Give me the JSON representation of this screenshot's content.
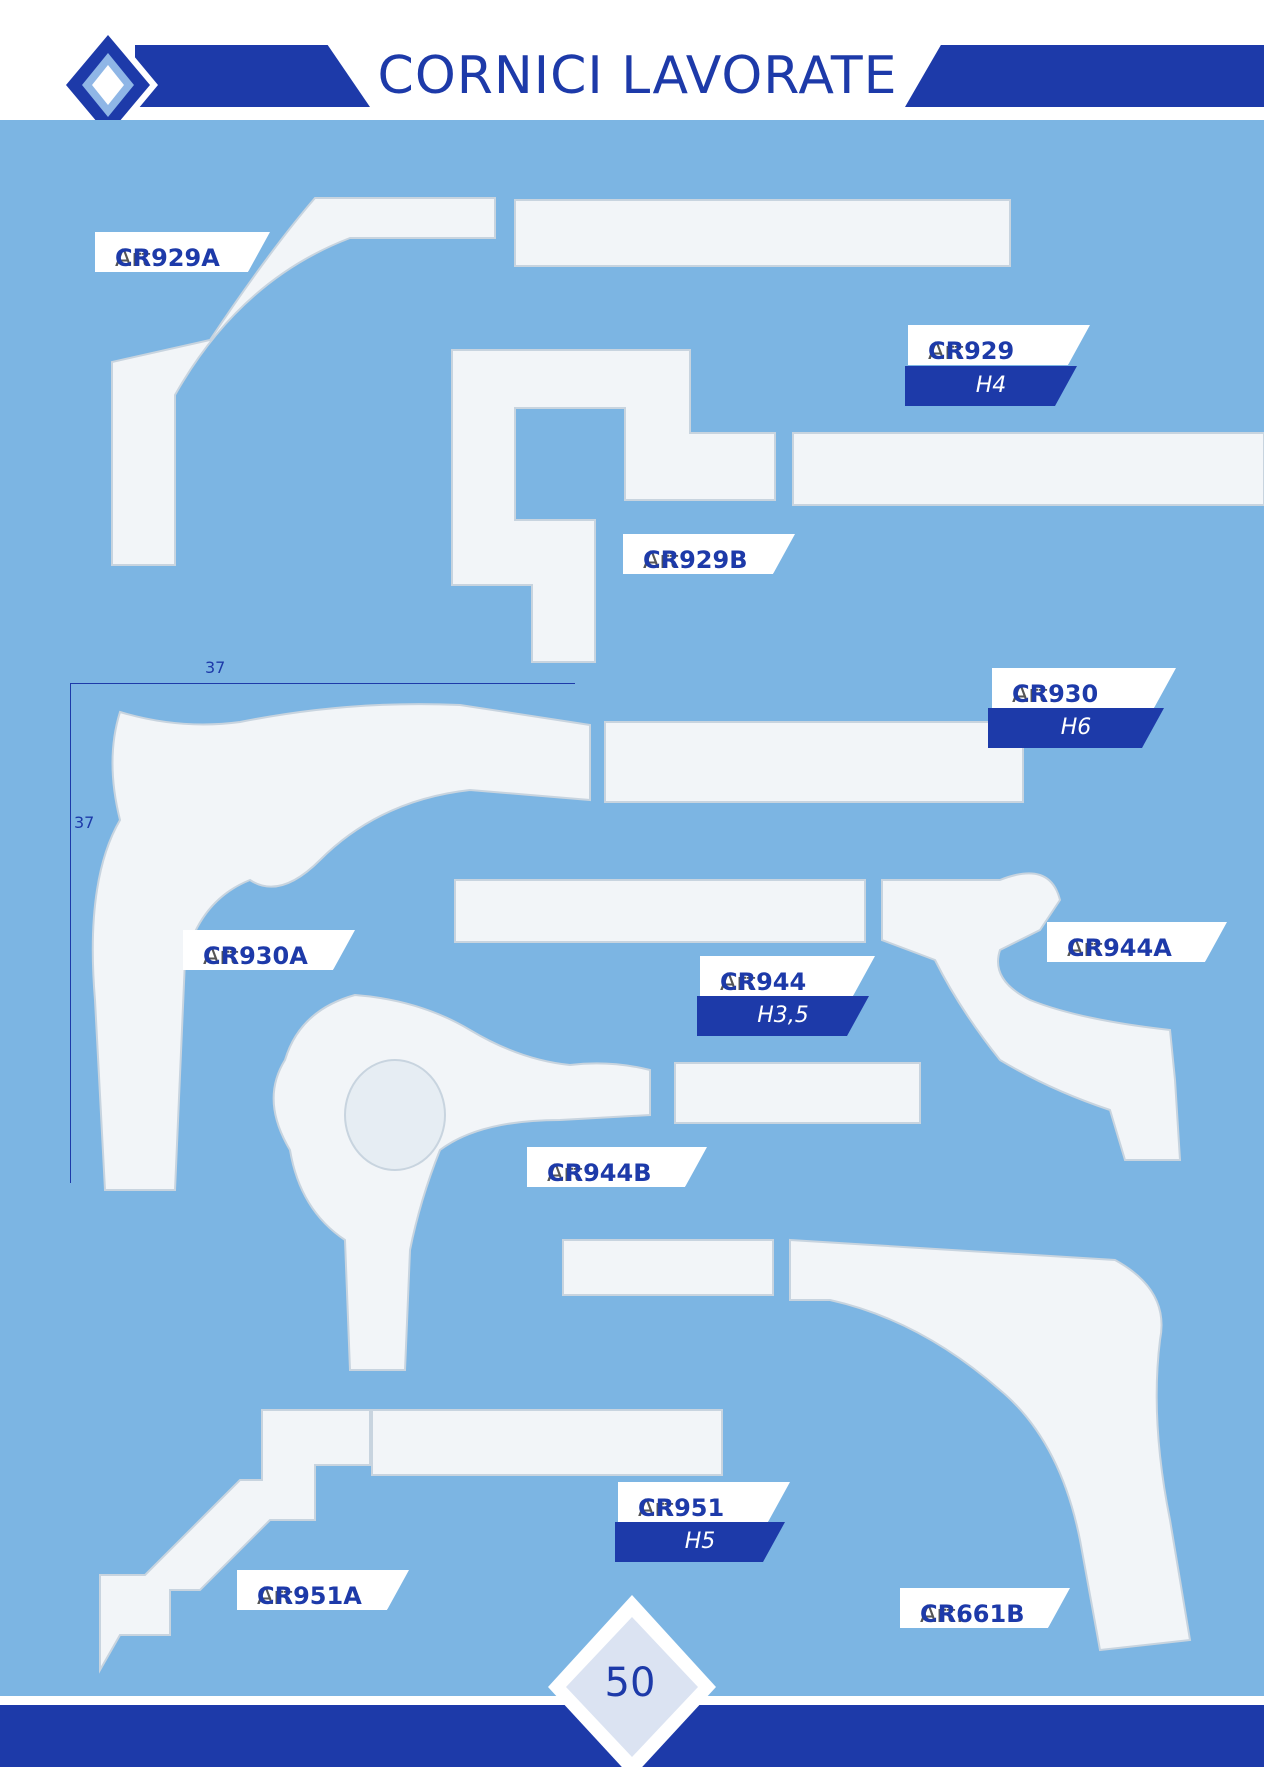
{
  "header": {
    "title": "CORNICI LAVORATE"
  },
  "footer": {
    "page_number": "50"
  },
  "dimensions": {
    "width": "37",
    "height": "37"
  },
  "colors": {
    "brand": "#1d3aa9",
    "panel": "#7cb5e3",
    "ornament": "#f2f5f8"
  },
  "labels": [
    {
      "prefix": "Art:",
      "code": "CR929A"
    },
    {
      "prefix": "Art:",
      "code": "CR929",
      "size": "H4"
    },
    {
      "prefix": "Art:",
      "code": "CR929B"
    },
    {
      "prefix": "Art:",
      "code": "CR930",
      "size": "H6"
    },
    {
      "prefix": "Art:",
      "code": "CR930A"
    },
    {
      "prefix": "Art:",
      "code": "CR944",
      "size": "H3,5"
    },
    {
      "prefix": "Art:",
      "code": "CR944A"
    },
    {
      "prefix": "Art:",
      "code": "CR944B"
    },
    {
      "prefix": "Art:",
      "code": "CR951",
      "size": "H5"
    },
    {
      "prefix": "Art:",
      "code": "CR951A"
    },
    {
      "prefix": "Art:",
      "code": "CR661B"
    }
  ]
}
